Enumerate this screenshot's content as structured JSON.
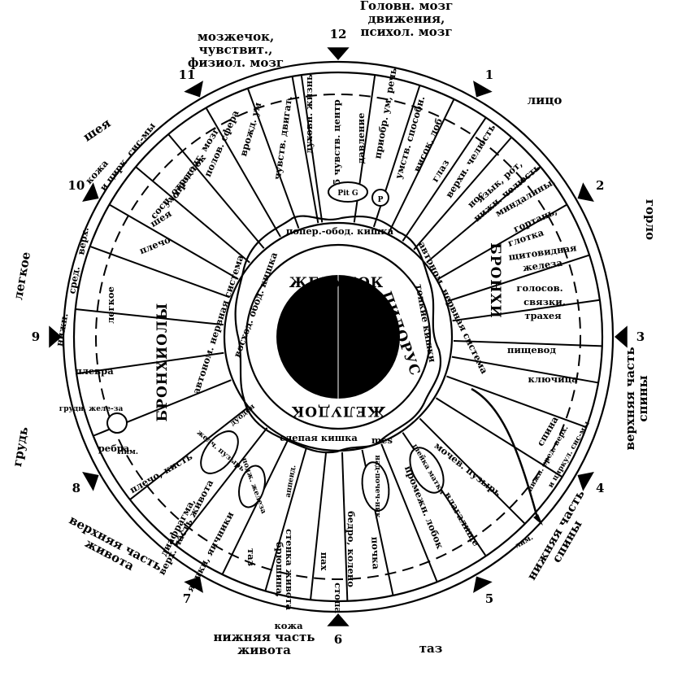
{
  "clock_numbers": [
    "12",
    "1",
    "2",
    "3",
    "4",
    "5",
    "6",
    "7",
    "8",
    "9",
    "10",
    "11"
  ],
  "outer_labels": [
    {
      "key": "brain",
      "lines": [
        "Головн. мозг",
        "движения,",
        "психол. мозг"
      ]
    },
    {
      "key": "cerebellum",
      "lines": [
        "мозжечок,",
        "чувствит.,",
        "физиол. мозг"
      ]
    },
    {
      "key": "face",
      "lines": [
        "лицо"
      ]
    },
    {
      "key": "throat",
      "lines": [
        "горло"
      ]
    },
    {
      "key": "upper_back",
      "lines": [
        "верхняя часть",
        "спины"
      ]
    },
    {
      "key": "lower_back",
      "lines": [
        "нижняя часть",
        "спины"
      ]
    },
    {
      "key": "pelvis",
      "lines": [
        "таз"
      ]
    },
    {
      "key": "lower_abdomen",
      "lines": [
        "нижняя часть",
        "живота"
      ]
    },
    {
      "key": "upper_abdomen",
      "lines": [
        "верхняя часть",
        "живота"
      ]
    },
    {
      "key": "chest",
      "lines": [
        "грудь"
      ]
    },
    {
      "key": "lung",
      "lines": [
        "легкое"
      ]
    },
    {
      "key": "neck",
      "lines": [
        "шея"
      ]
    }
  ],
  "zones": [
    {
      "key": "spirit",
      "text": "духовн. жизнь"
    },
    {
      "key": "feel",
      "text": "чувств. двигат."
    },
    {
      "key": "innate",
      "text": "врожд. ум"
    },
    {
      "key": "sex",
      "text": "полов. сфера"
    },
    {
      "key": "medulla",
      "text": "продолг. мозг"
    },
    {
      "key": "mastoid",
      "text": "сосц. отросток"
    },
    {
      "key": "ear",
      "text": "ухо"
    },
    {
      "key": "neck2",
      "text": "шея"
    },
    {
      "key": "shoulder",
      "text": "плечо"
    },
    {
      "key": "skin_n",
      "text": "кожа"
    },
    {
      "key": "lymph",
      "text": "и цирк. сис-мы"
    },
    {
      "key": "sense_center",
      "text": "5 чувств. центр"
    },
    {
      "key": "pressure",
      "text": "давление"
    },
    {
      "key": "acquired",
      "text": "приобр. ум, речь"
    },
    {
      "key": "mental",
      "text": "умств. способн."
    },
    {
      "key": "temple",
      "text": "висок, лоб"
    },
    {
      "key": "eye",
      "text": "глаз"
    },
    {
      "key": "upper_jaw",
      "text": "верхн. челюсть"
    },
    {
      "key": "nose",
      "text": "нос"
    },
    {
      "key": "tongue",
      "text": "язык, рот,"
    },
    {
      "key": "lower_jaw",
      "text": "нижн. челюсть"
    },
    {
      "key": "tonsils",
      "text": "миндалины,"
    },
    {
      "key": "larynx",
      "text": "гортань,"
    },
    {
      "key": "pharynx",
      "text": "глотка"
    },
    {
      "key": "thyroid1",
      "text": "щитовидная"
    },
    {
      "key": "thyroid2",
      "text": "железа"
    },
    {
      "key": "vocal1",
      "text": "голосов."
    },
    {
      "key": "vocal2",
      "text": "связки,"
    },
    {
      "key": "trachea",
      "text": "трахея"
    },
    {
      "key": "esophagus",
      "text": "пищевод"
    },
    {
      "key": "clavicle",
      "text": "ключица"
    },
    {
      "key": "bronchi",
      "text": "БРОНХИ"
    },
    {
      "key": "spine",
      "text": "спина"
    },
    {
      "key": "spine_levels",
      "text": "нижн. сред. верх."
    },
    {
      "key": "lymph_r",
      "text": "и циркул. сис-мы"
    },
    {
      "key": "bladder",
      "text": "мочев. пузырь"
    },
    {
      "key": "vagina",
      "text": "влагалище"
    },
    {
      "key": "perineum",
      "text": "промежн. лобок"
    },
    {
      "key": "kidney",
      "text": "почка"
    },
    {
      "key": "thigh",
      "text": "бедро, колено"
    },
    {
      "key": "foot",
      "text": "стопа"
    },
    {
      "key": "groin",
      "text": "пах"
    },
    {
      "key": "peritoneum",
      "text": "брюшина,"
    },
    {
      "key": "abd_wall",
      "text": "стенка живота"
    },
    {
      "key": "pelvis2",
      "text": "таз"
    },
    {
      "key": "testes",
      "text": "яички, яичники"
    },
    {
      "key": "diaphragm",
      "text": "диафрагма,"
    },
    {
      "key": "upper_abd2",
      "text": "верх. часть живота"
    },
    {
      "key": "shoulder_hand",
      "text": "плечо, кисть"
    },
    {
      "key": "ribs",
      "text": "ребра"
    },
    {
      "key": "pleura",
      "text": "плевра"
    },
    {
      "key": "bronchioles",
      "text": "БРОНХИОЛЫ"
    },
    {
      "key": "breast",
      "text": "грудн. желе-за"
    },
    {
      "key": "lung_in",
      "text": "легкое"
    },
    {
      "key": "upper",
      "text": "верх."
    },
    {
      "key": "middle",
      "text": "сред."
    },
    {
      "key": "lower",
      "text": "нижн."
    },
    {
      "key": "skin_s",
      "text": "кожа"
    },
    {
      "key": "lymph_s",
      "text": "лим."
    },
    {
      "key": "lim_r",
      "text": "лим."
    },
    {
      "key": "stomach_top",
      "text": "ЖЕЛУДОК"
    },
    {
      "key": "stomach_bottom",
      "text": "ЖЕЛУДОК"
    },
    {
      "key": "pylorus",
      "text": "ПИЛОРУС"
    },
    {
      "key": "transverse",
      "text": "попер.-обод. кишка"
    },
    {
      "key": "ascending",
      "text": "восход. обод. кишка"
    },
    {
      "key": "small_int",
      "text": "тонкие кишки"
    },
    {
      "key": "auto_l",
      "text": "автоном. нервная система"
    },
    {
      "key": "auto_r",
      "text": "автоном. нервная система"
    },
    {
      "key": "cecum",
      "text": "слепая кишка"
    },
    {
      "key": "appendix",
      "text": "аппенд."
    },
    {
      "key": "duoden",
      "text": "дуоден"
    },
    {
      "key": "gallbladder",
      "text": "желч. пузырь"
    },
    {
      "key": "pancreas",
      "text": "подж. железа"
    },
    {
      "key": "mes",
      "text": "mes"
    },
    {
      "key": "adrenal",
      "text": "над-почеч-ник"
    },
    {
      "key": "uterus",
      "text": "шейка матки"
    },
    {
      "key": "pit_g",
      "text": "Pit G"
    },
    {
      "key": "p",
      "text": "P"
    }
  ]
}
